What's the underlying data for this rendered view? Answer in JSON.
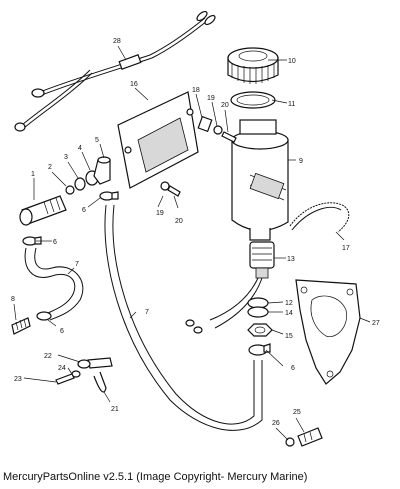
{
  "diagram": {
    "callouts": [
      "1",
      "2",
      "3",
      "4",
      "5",
      "6",
      "6",
      "6",
      "6",
      "7",
      "7",
      "8",
      "9",
      "10",
      "11",
      "12",
      "13",
      "14",
      "15",
      "16",
      "17",
      "18",
      "19",
      "19",
      "20",
      "20",
      "21",
      "22",
      "23",
      "24",
      "25",
      "26",
      "27",
      "28"
    ]
  },
  "caption": "MercuryPartsOnline v2.5.1 (Image Copyright- Mercury Marine)"
}
